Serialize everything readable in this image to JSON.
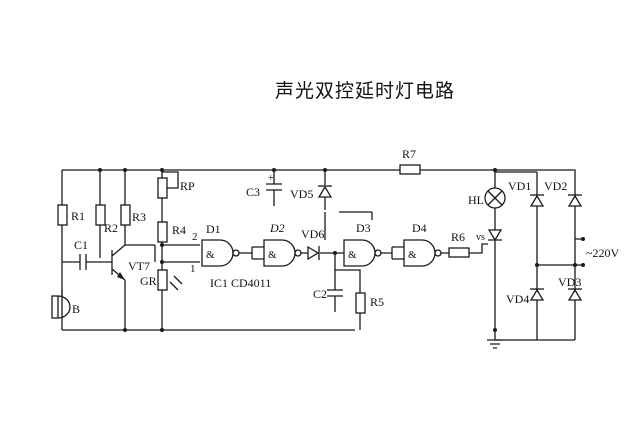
{
  "title": "声光双控延时灯电路",
  "labels": {
    "R1": "R1",
    "R2": "R2",
    "R3": "R3",
    "R4": "R4",
    "R5": "R5",
    "R6": "R6",
    "R7": "R7",
    "RP": "RP",
    "C1": "C1",
    "C2": "C2",
    "C3": "C3",
    "VT7": "VT7",
    "GR": "GR",
    "B": "B",
    "D1": "D1",
    "D2": "D2",
    "D3": "D3",
    "D4": "D4",
    "VD1": "VD1",
    "VD2": "VD2",
    "VD3": "VD3",
    "VD4": "VD4",
    "VD5": "VD5",
    "VD6": "VD6",
    "HL": "HL",
    "vs": "vs",
    "ic": "IC1 CD4011",
    "ac": "~220V",
    "pin2": "2",
    "pin1": "1",
    "plus": "+"
  }
}
